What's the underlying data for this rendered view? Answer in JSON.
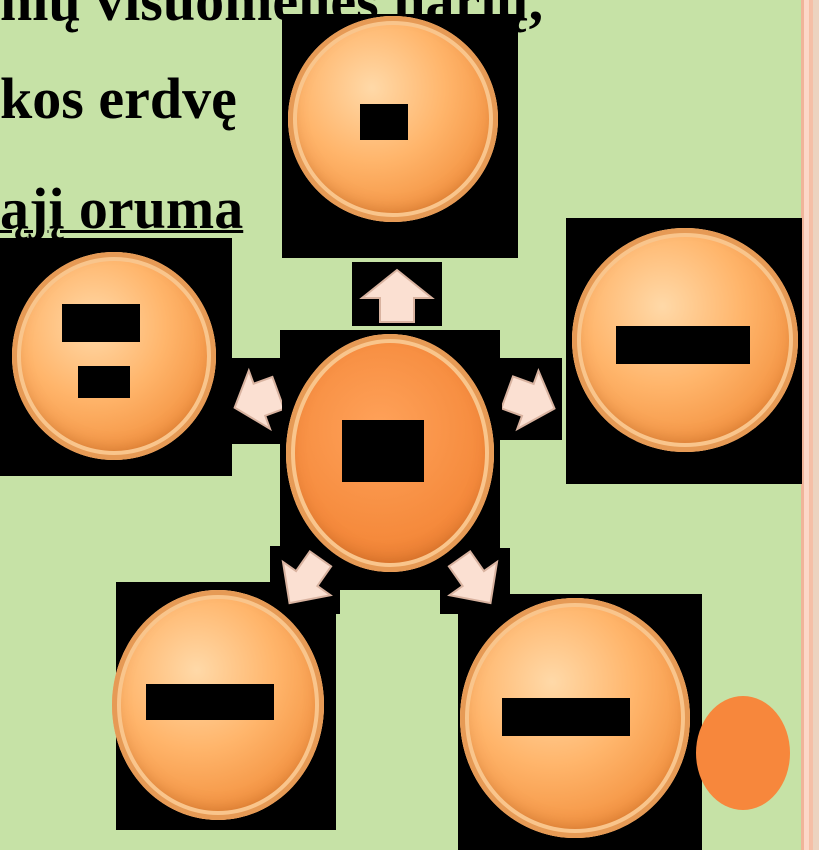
{
  "text": {
    "line1": "nių visuomenės narių,",
    "line2": "kos erdvę",
    "line3": "ąjį oruma"
  },
  "diagram": {
    "center_node": "",
    "nodes": [
      "",
      "",
      "",
      "",
      ""
    ]
  },
  "colors": {
    "background": "#c6e2a6",
    "button_orange": "#f3913f",
    "accent_circle": "#f7873c"
  }
}
